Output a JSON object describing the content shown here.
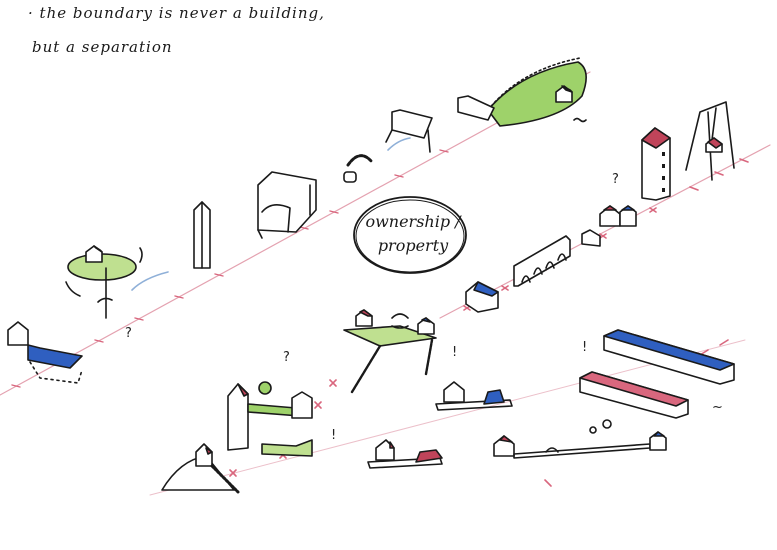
{
  "notes": {
    "line1": "· the boundary is never a building,",
    "line2": "but a separation"
  },
  "center_label": {
    "line1": "ownership /",
    "line2": "property"
  },
  "marks": {
    "question": "?",
    "exclaim": "!",
    "tilde": "~"
  },
  "colors": {
    "ink": "#1a1a1a",
    "boundary_red": "#d9677e",
    "roof_red": "#c0445a",
    "grass_green": "#9ed26a",
    "blue": "#2f5fc0",
    "light_blue": "#8fb0d8"
  },
  "sketch_elements": [
    {
      "name": "house-on-blue-platform"
    },
    {
      "name": "rotating-green-disc-house"
    },
    {
      "name": "tall-tower"
    },
    {
      "name": "gate-arch-frame"
    },
    {
      "name": "small-arch-structure"
    },
    {
      "name": "bridge-bench"
    },
    {
      "name": "green-field-farm"
    },
    {
      "name": "tall-red-roof-tower"
    },
    {
      "name": "swing-house"
    },
    {
      "name": "twin-houses"
    },
    {
      "name": "arched-wall"
    },
    {
      "name": "blue-roof-house"
    },
    {
      "name": "floating-green-platform"
    },
    {
      "name": "blue-roof-long-barn"
    },
    {
      "name": "red-roof-long-barn"
    },
    {
      "name": "castle-green-bridge"
    },
    {
      "name": "staircase-hill-house"
    },
    {
      "name": "house-with-blue-car"
    },
    {
      "name": "house-with-red-car"
    },
    {
      "name": "two-houses-long-road"
    }
  ]
}
